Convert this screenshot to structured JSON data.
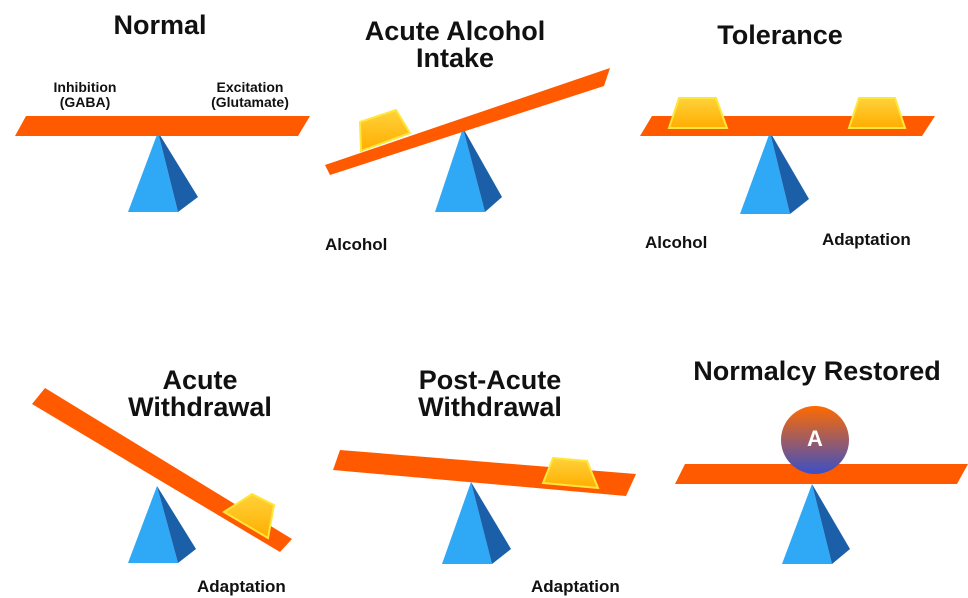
{
  "colors": {
    "beam": "#ff5a00",
    "beam_edge": "#ff7a2a",
    "fulcrum_light": "#2fa8f5",
    "fulcrum_dark": "#1b5fa8",
    "weight_fill": "#ffc107",
    "weight_edge": "#ffe63b",
    "badge_top": "#ff6a00",
    "badge_bottom": "#3a4fc7",
    "text": "#111111"
  },
  "panels": {
    "normal": {
      "title": "Normal",
      "left_label_line1": "Inhibition",
      "left_label_line2": "(GABA)",
      "right_label_line1": "Excitation",
      "right_label_line2": "(Glutamate)"
    },
    "acute_intake": {
      "title_line1": "Acute Alcohol",
      "title_line2": "Intake",
      "left_label": "Alcohol"
    },
    "tolerance": {
      "title": "Tolerance",
      "left_label": "Alcohol",
      "right_label": "Adaptation"
    },
    "acute_withdrawal": {
      "title_line1": "Acute",
      "title_line2": "Withdrawal",
      "bottom_label": "Adaptation"
    },
    "post_acute_withdrawal": {
      "title_line1": "Post-Acute",
      "title_line2": "Withdrawal",
      "bottom_label": "Adaptation"
    },
    "normalcy_restored": {
      "title": "Normalcy Restored",
      "badge_letter": "A"
    }
  },
  "icons": [
    "seesaw-beam",
    "fulcrum-icon",
    "weight-block-icon",
    "badge-icon"
  ]
}
